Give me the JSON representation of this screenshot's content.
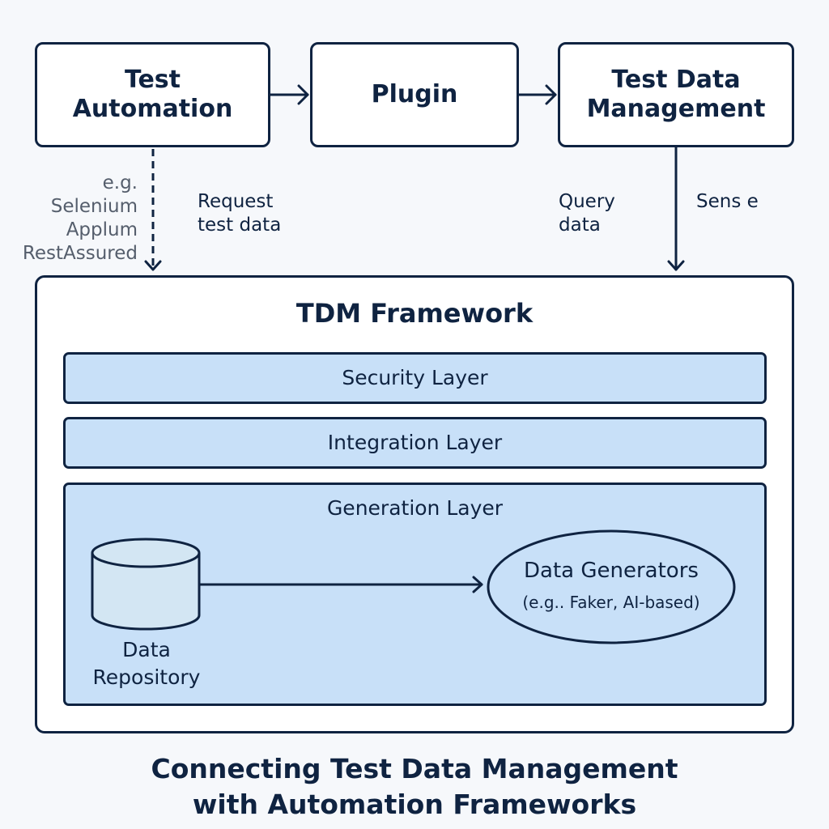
{
  "top_boxes": {
    "test_automation": "Test\nAutomation",
    "plugin": "Plugin",
    "tdm": "Test Data\nManagement"
  },
  "labels": {
    "tools": "e.g.\nSelenium\nApplum\nRestAssured",
    "request": "Request\ntest data",
    "query": "Query\ndata",
    "sense": "Sens e"
  },
  "framework": {
    "title": "TDM Framework",
    "layers": [
      "Security Layer",
      "Integration Layer",
      "Generation Layer"
    ],
    "repository": "Data\nRepository",
    "generators_title": "Data Generators",
    "generators_sub": "(e.g.. Faker, AI-based)"
  },
  "caption": "Connecting Test Data Management\nwith Automation Frameworks",
  "colors": {
    "ink": "#0f2341",
    "layer_fill": "#c8e0f8",
    "background": "#f6f8fb"
  }
}
